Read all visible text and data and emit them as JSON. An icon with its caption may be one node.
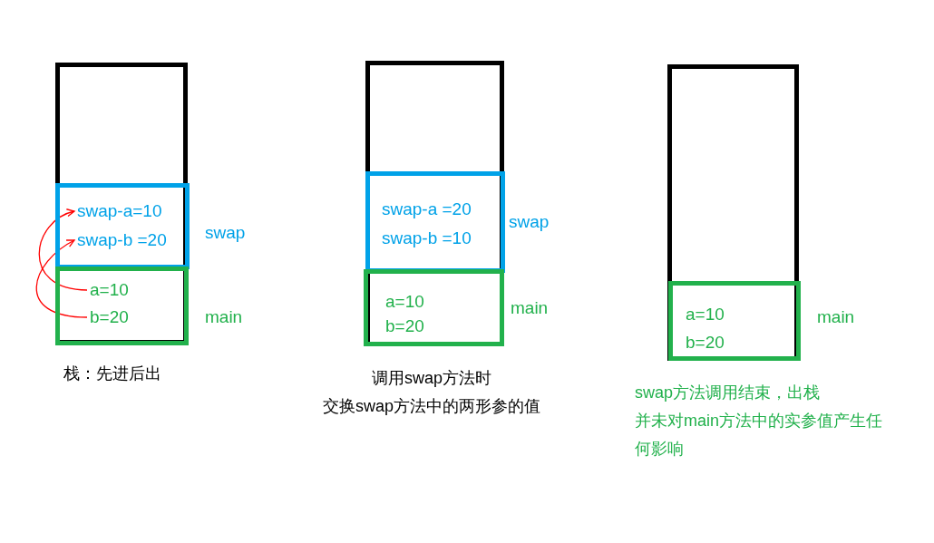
{
  "diagram": {
    "nodes": [
      {
        "text": [],
        "shape": "box",
        "beside": [
          "栈：先进后出"
        ]
      },
      {
        "text": [
          "swap"
        ],
        "in": 0
      },
      {
        "text": [
          "swap-a=10"
        ],
        "in": 1
      },
      {
        "text": [
          "swap-b =20"
        ],
        "in": 1
      },
      {
        "text": [
          "main"
        ],
        "in": 0
      },
      {
        "text": [
          "a=10"
        ],
        "in": 4
      },
      {
        "text": [
          "b=20"
        ],
        "in": 4
      },
      {
        "text": [],
        "shape": "box",
        "beside": [
          "调用swap方法时",
          "交换swap方法中的两形参的值"
        ]
      },
      {
        "text": [
          "swap-a =20",
          "swap-b =10",
          "swap"
        ],
        "in": 7
      },
      {
        "text": [
          "a=10",
          "b=20",
          "main"
        ],
        "in": 7
      },
      {
        "text": [],
        "shape": "box",
        "beside": [
          "swap方法调用结束，出栈",
          "并未对main方法中的实参值产生任何影响"
        ]
      },
      {
        "text": [
          "a=10",
          "b=20",
          "main"
        ],
        "in": 10
      }
    ],
    "edges": [
      {
        "from": 5,
        "to": 2,
        "arrow": "to"
      },
      {
        "from": 6,
        "to": 3,
        "arrow": "to"
      }
    ]
  }
}
